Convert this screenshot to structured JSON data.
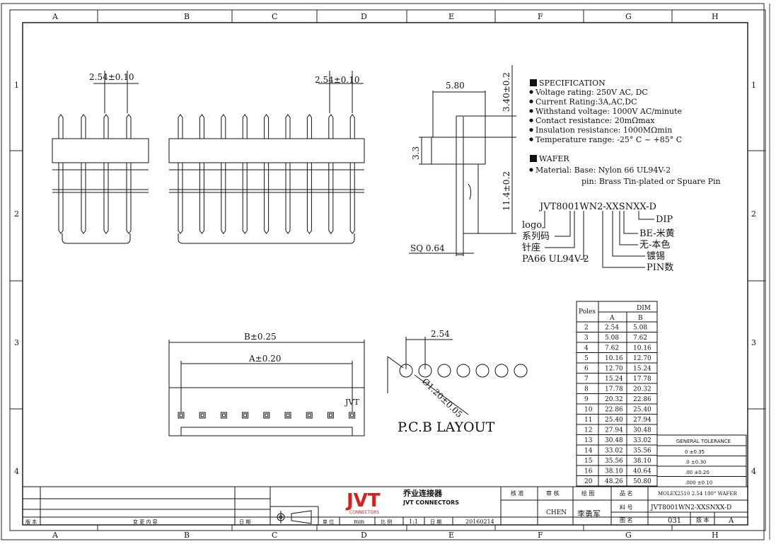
{
  "frame": {
    "cols": [
      "A",
      "B",
      "C",
      "D",
      "E",
      "F",
      "G",
      "H"
    ],
    "rows": [
      "1",
      "2",
      "3",
      "4"
    ]
  },
  "dims": {
    "pitch_left": "2.54±0.10",
    "pitch_right": "2.54±0.10",
    "side_width": "5.80",
    "side_top": "3.40±0.2",
    "side_body": "3.3",
    "side_len": "11.4±0.2",
    "side_sq": "SQ 0.64",
    "bottom_b": "B±0.25",
    "bottom_a": "A±0.20",
    "bottom_mark": "JVT",
    "pcb_pitch": "2.54",
    "pcb_hole": "Ø1.20±0.05",
    "pcb_title": "P.C.B  LAYOUT"
  },
  "spec": {
    "head1": "SPECIFICATION",
    "items": [
      "Voltage rating: 250V AC, DC",
      "Current Rating:3A,AC,DC",
      "Withstand voltage: 1000V AC/minute",
      "Contact resistance: 20mΩmax",
      "Insulation resistance: 1000MΩmin",
      "Temperature range: -25° C ~ +85° C"
    ],
    "head2": "WAFER",
    "material1": "Material: Base: Nylon 66 UL94V-2",
    "material2": "pin: Brass Tin-plated or Spuare Pin"
  },
  "partno": {
    "code": "JVT8001WN2-XXSNXX-D",
    "labels": [
      "logo",
      "系列码",
      "针座",
      "PA66 UL94V-2"
    ],
    "right_labels": [
      "DIP",
      "BE-米黄",
      "无-本色",
      "镀锡",
      "PIN数"
    ]
  },
  "table": {
    "h_poles": "Poles",
    "h_dim": "DIM",
    "h_a": "A",
    "h_b": "B",
    "rows": [
      [
        "2",
        "2.54",
        "5.08"
      ],
      [
        "3",
        "5.08",
        "7.62"
      ],
      [
        "4",
        "7.62",
        "10.16"
      ],
      [
        "5",
        "10.16",
        "12.70"
      ],
      [
        "6",
        "12.70",
        "15.24"
      ],
      [
        "7",
        "15.24",
        "17.78"
      ],
      [
        "8",
        "17.78",
        "20.32"
      ],
      [
        "9",
        "20.32",
        "22.86"
      ],
      [
        "10",
        "22.86",
        "25.40"
      ],
      [
        "11",
        "25.40",
        "27.94"
      ],
      [
        "12",
        "27.94",
        "30.48"
      ],
      [
        "13",
        "30.48",
        "33.02"
      ],
      [
        "14",
        "33.02",
        "35.56"
      ],
      [
        "15",
        "35.56",
        "38.10"
      ],
      [
        "16",
        "38.10",
        "40.64"
      ],
      [
        "20",
        "48.26",
        "50.80"
      ]
    ]
  },
  "tolerance": {
    "title": "GENERAL TOLERANCE",
    "rows": [
      "0   ±0.35",
      ".0   ±0.30",
      ".00  ±0.20",
      ".000 ±0.10"
    ]
  },
  "titleblock": {
    "logo": "JVT",
    "logo_sub": "CONNECTORS",
    "company": "乔业连接器",
    "company_en": "JVT CONNECTORS",
    "h_check": "核 准",
    "h_review": "审 核",
    "h_draw": "绘 图",
    "h_name": "品 名",
    "name_val": "MOLEX2510 2.54 180° WAFER",
    "review_val": "CHEN",
    "draw_val": "李勇军",
    "h_part": "料 号",
    "part_val": "JVT8001WN2-XXSNXX-D",
    "h_fig": "图 名",
    "fig_val": "031",
    "h_ver": "版 本",
    "ver_val": "A",
    "rev_h1": "版 本",
    "rev_h2": "变 更 内 容",
    "rev_h3": "日 期",
    "h_unit": "单 位",
    "unit_val": "mm",
    "h_scale": "比 例",
    "scale_val": "1:1",
    "h_date": "日 期",
    "date_val": "20160214"
  }
}
